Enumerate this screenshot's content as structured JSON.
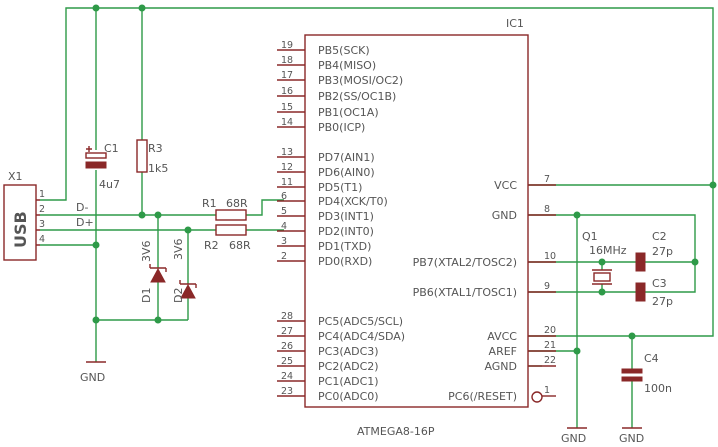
{
  "colors": {
    "wire": "#2e9a48",
    "part": "#8a2828",
    "text": "#555555"
  },
  "ic": {
    "name": "IC1",
    "value": "ATMEGA8-16P",
    "left_pins": [
      {
        "num": "19",
        "label": "PB5(SCK)"
      },
      {
        "num": "18",
        "label": "PB4(MISO)"
      },
      {
        "num": "17",
        "label": "PB3(MOSI/OC2)"
      },
      {
        "num": "16",
        "label": "PB2(SS/OC1B)"
      },
      {
        "num": "15",
        "label": "PB1(OC1A)"
      },
      {
        "num": "14",
        "label": "PB0(ICP)"
      },
      {
        "num": "13",
        "label": "PD7(AIN1)"
      },
      {
        "num": "12",
        "label": "PD6(AIN0)"
      },
      {
        "num": "11",
        "label": "PD5(T1)"
      },
      {
        "num": "6",
        "label": "PD4(XCK/T0)"
      },
      {
        "num": "5",
        "label": "PD3(INT1)"
      },
      {
        "num": "4",
        "label": "PD2(INT0)"
      },
      {
        "num": "3",
        "label": "PD1(TXD)"
      },
      {
        "num": "2",
        "label": "PD0(RXD)"
      },
      {
        "num": "28",
        "label": "PC5(ADC5/SCL)"
      },
      {
        "num": "27",
        "label": "PC4(ADC4/SDA)"
      },
      {
        "num": "26",
        "label": "PC3(ADC3)"
      },
      {
        "num": "25",
        "label": "PC2(ADC2)"
      },
      {
        "num": "24",
        "label": "PC1(ADC1)"
      },
      {
        "num": "23",
        "label": "PC0(ADC0)"
      }
    ],
    "right_pins": [
      {
        "num": "7",
        "label": "VCC"
      },
      {
        "num": "8",
        "label": "GND"
      },
      {
        "num": "10",
        "label": "PB7(XTAL2/TOSC2)"
      },
      {
        "num": "9",
        "label": "PB6(XTAL1/TOSC1)"
      },
      {
        "num": "20",
        "label": "AVCC"
      },
      {
        "num": "21",
        "label": "AREF"
      },
      {
        "num": "22",
        "label": "AGND"
      },
      {
        "num": "1",
        "label": "PC6(/RESET)"
      }
    ]
  },
  "usb": {
    "name": "X1",
    "type": "USB",
    "pins": [
      "1",
      "2",
      "3",
      "4"
    ]
  },
  "nets": {
    "dminus": "D-",
    "dplus": "D+"
  },
  "parts": {
    "c1": {
      "name": "C1",
      "value": "4u7"
    },
    "r3": {
      "name": "R3",
      "value": "1k5"
    },
    "r1": {
      "name": "R1",
      "value": "68R"
    },
    "r2": {
      "name": "R2",
      "value": "68R"
    },
    "d1": {
      "name": "D1",
      "value": "3V6"
    },
    "d2": {
      "name": "D2",
      "value": "3V6"
    },
    "q1": {
      "name": "Q1",
      "value": "16MHz"
    },
    "c2": {
      "name": "C2",
      "value": "27p"
    },
    "c3": {
      "name": "C3",
      "value": "27p"
    },
    "c4": {
      "name": "C4",
      "value": "100n"
    }
  },
  "gnd_labels": [
    "GND",
    "GND",
    "GND"
  ]
}
